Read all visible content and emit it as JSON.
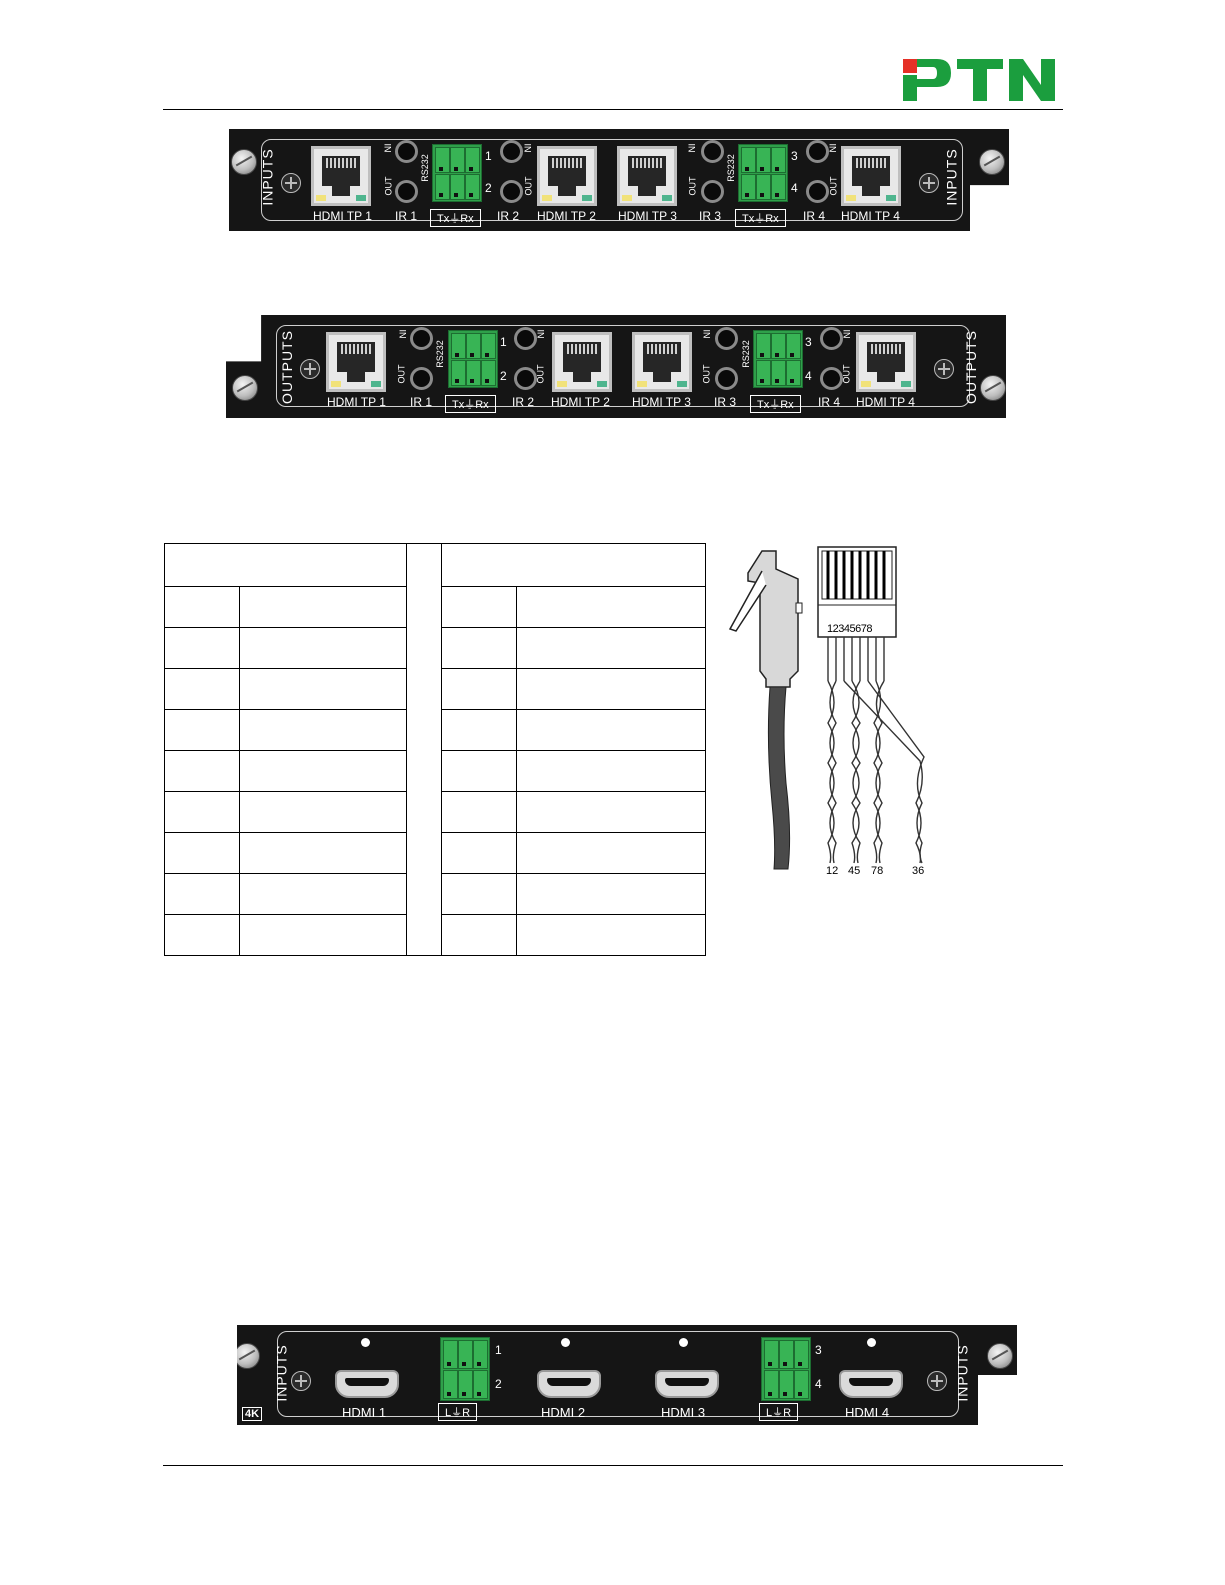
{
  "brand": {
    "logo_text": "PTN",
    "logo_red": "#e53027",
    "logo_green": "#1b9e3e"
  },
  "panel_input_tp": {
    "side_label": "INPUTS",
    "ports": [
      "HDMI TP 1",
      "HDMI TP 2",
      "HDMI TP 3",
      "HDMI TP 4"
    ],
    "ir": [
      "IR 1",
      "IR 2",
      "IR 3",
      "IR 4"
    ],
    "rs232_label": "RS232",
    "terminal_label": "Tx⏚Rx",
    "in_label": "IN",
    "out_label": "OUT",
    "channel_numbers": [
      "1",
      "2",
      "3",
      "4"
    ]
  },
  "panel_output_tp": {
    "side_label": "OUTPUTS",
    "ports": [
      "HDMI TP 1",
      "HDMI TP 2",
      "HDMI TP 3",
      "HDMI TP 4"
    ],
    "ir": [
      "IR 1",
      "IR 2",
      "IR 3",
      "IR 4"
    ],
    "rs232_label": "RS232",
    "terminal_label": "Tx⏚Rx",
    "in_label": "IN",
    "out_label": "OUT",
    "channel_numbers": [
      "1",
      "2",
      "3",
      "4"
    ]
  },
  "cable": {
    "pin_order": "12345678",
    "pair_labels": [
      "12",
      "45",
      "78",
      "36"
    ]
  },
  "panel_input_hdmi": {
    "side_label": "INPUTS",
    "badge": "4K",
    "ports": [
      "HDMI 1",
      "HDMI 2",
      "HDMI 3",
      "HDMI 4"
    ],
    "terminal_label": "L⏚R",
    "channel_numbers": [
      "1",
      "2",
      "3",
      "4"
    ]
  }
}
